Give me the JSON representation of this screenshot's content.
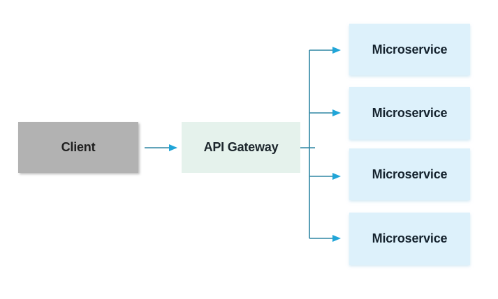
{
  "diagram": {
    "title": "",
    "background_color": "#ffffff",
    "connector_color": "#2e86a4",
    "arrowhead_color": "#20a5d8",
    "nodes": [
      {
        "id": "client",
        "label": "Client",
        "fill": "#b2b2b2",
        "text_color": "#1f1f1f"
      },
      {
        "id": "api-gateway",
        "label": "API Gateway",
        "fill": "#e5f2ec",
        "text_color": "#1c262c"
      },
      {
        "id": "microservice-1",
        "label": "Microservice",
        "fill": "#ddf1fb",
        "text_color": "#15232e"
      },
      {
        "id": "microservice-2",
        "label": "Microservice",
        "fill": "#ddf1fb",
        "text_color": "#15232e"
      },
      {
        "id": "microservice-3",
        "label": "Microservice",
        "fill": "#ddf1fb",
        "text_color": "#15232e"
      },
      {
        "id": "microservice-4",
        "label": "Microservice",
        "fill": "#ddf1fb",
        "text_color": "#15232e"
      }
    ],
    "edges": [
      {
        "from": "client",
        "to": "api-gateway"
      },
      {
        "from": "api-gateway",
        "to": "microservice-1"
      },
      {
        "from": "api-gateway",
        "to": "microservice-2"
      },
      {
        "from": "api-gateway",
        "to": "microservice-3"
      },
      {
        "from": "api-gateway",
        "to": "microservice-4"
      }
    ]
  }
}
